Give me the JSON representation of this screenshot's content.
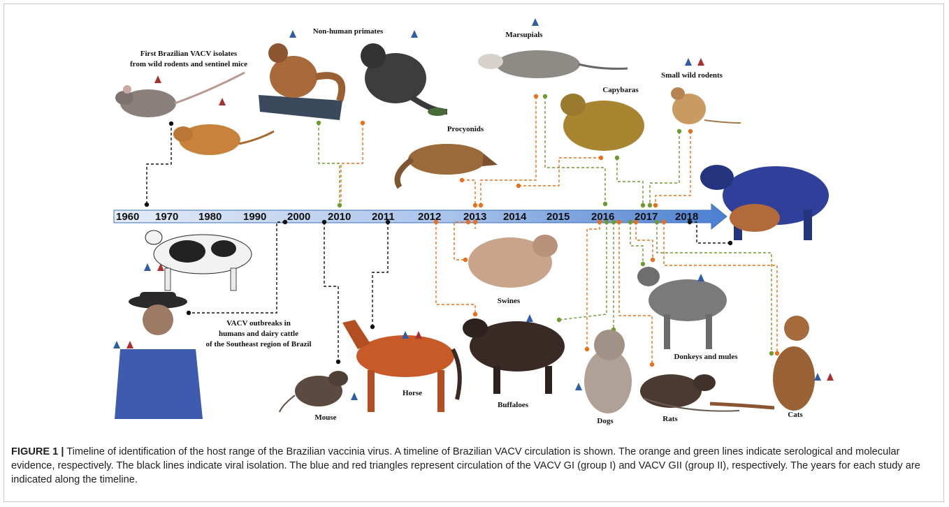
{
  "timeline": {
    "years": [
      "1960",
      "1970",
      "1980",
      "1990",
      "2000",
      "2010",
      "2011",
      "2012",
      "2013",
      "2014",
      "2015",
      "2016",
      "2017",
      "2018"
    ]
  },
  "hosts": {
    "first_isolates_line1": "First Brazilian VACV isolates",
    "first_isolates_line2": "from wild rodents and sentinel mice",
    "non_human_primates": "Non-human primates",
    "marsupials": "Marsupials",
    "capybaras": "Capybaras",
    "small_wild_rodents": "Small  wild rodents",
    "procyonids": "Procyonids",
    "outbreak_line1": "VACV outbreaks  in",
    "outbreak_line2": "humans and dairy cattle",
    "outbreak_line3": "of the Southeast region of Brazil",
    "swines": "Swines",
    "horse": "Horse",
    "mouse": "Mouse",
    "buffaloes": "Buffaloes",
    "dogs": "Dogs",
    "rats": "Rats",
    "donkeys_mules": "Donkeys and mules",
    "cats": "Cats"
  },
  "colors": {
    "serological": "#e8701a",
    "molecular": "#6e9a2e",
    "isolation": "#111111",
    "group_I": "#2f5ea6",
    "group_II": "#a83232",
    "arrow_light": "#dbe6f5",
    "arrow_dark": "#4a7fd0"
  },
  "caption": {
    "label": "FIGURE 1 |",
    "text": " Timeline of identification of the host range of the Brazilian vaccinia virus. A timeline of Brazilian VACV circulation is shown. The orange and green lines indicate serological and molecular evidence, respectively. The black lines indicate viral isolation. The blue and red triangles represent circulation of the VACV GI (group I) and VACV GII (group II), respectively. The years for each study are indicated along the timeline."
  }
}
